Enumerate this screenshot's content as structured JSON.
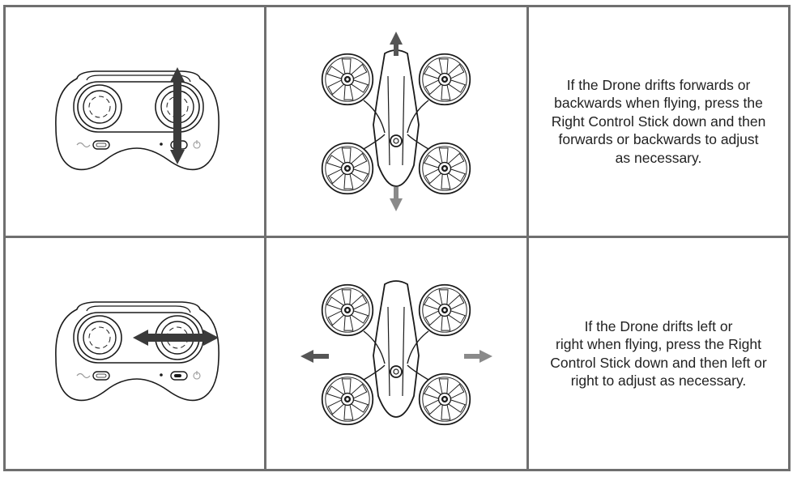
{
  "rows": [
    {
      "instruction": "If the Drone drifts forwards or\nbackwards when flying, press the\nRight Control Stick down and then\nforwards or backwards to adjust\nas necessary.",
      "direction": "forward-backward"
    },
    {
      "instruction": "If the Drone drifts left or\nright when flying, press the Right\nControl Stick down and then left or\nright to adjust as necessary.",
      "direction": "left-right"
    }
  ],
  "colors": {
    "border": "#6f6f6f",
    "line": "#1a1a1a",
    "arrow_dark": "#3a3a3a",
    "arrow_light": "#8a8a8a",
    "text": "#222222"
  }
}
